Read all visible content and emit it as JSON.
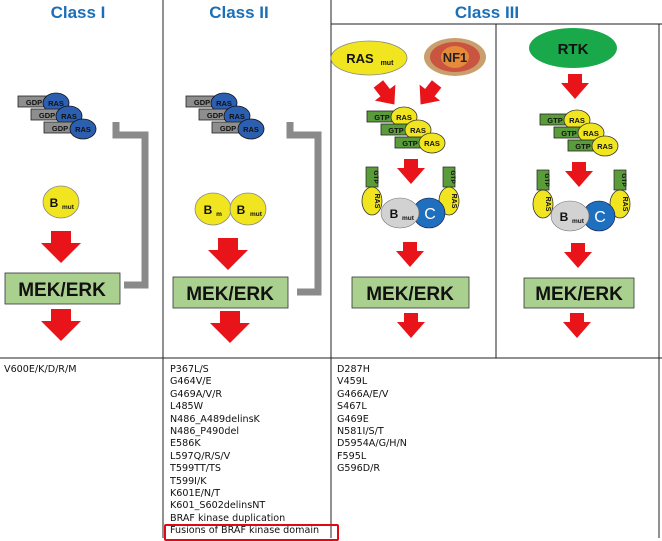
{
  "headers": {
    "class1": "Class I",
    "class2": "Class II",
    "class3": "Class III"
  },
  "labels": {
    "gdp": "GDP",
    "gtp": "GTP",
    "ras": "RAS",
    "b": "B",
    "mut": "mut",
    "b_m": "B",
    "sub_m": "m",
    "c": "C",
    "mek_erk": "MEK/ERK",
    "ras_mut_main": "RAS",
    "ras_mut_sub": "mut",
    "nf1": "NF1",
    "rtk": "RTK"
  },
  "lists": {
    "class1": [
      "V600E/K/D/R/M"
    ],
    "class2": [
      "P367L/S",
      "G464V/E",
      "G469A/V/R",
      "L485W",
      "N486_A489delinsK",
      "N486_P490del",
      "E586K",
      "L597Q/R/S/V",
      "T599TT/TS",
      "T599I/K",
      "K601E/N/T",
      "K601_S602delinsNT",
      "BRAF kinase duplication"
    ],
    "class2_highlight": "Fusions of BRAF kinase domain",
    "class3": [
      "D287H",
      "V459L",
      "G466A/E/V",
      "S467L",
      "G469E",
      "N581I/S/T",
      "D5954A/G/H/N",
      "F595L",
      "G596D/R"
    ]
  },
  "colors": {
    "header_blue": "#1b6fb8",
    "ras_blue": "#2c5fb0",
    "ras_yellow": "#f0e51e",
    "mek_green": "#a9d08e",
    "arrow_red": "#e8141a",
    "gtp_green": "#5a9c3a",
    "inhibit_gray": "#8a8a8a",
    "c_blue": "#1f6fbf",
    "highlight_red": "#e30613"
  }
}
